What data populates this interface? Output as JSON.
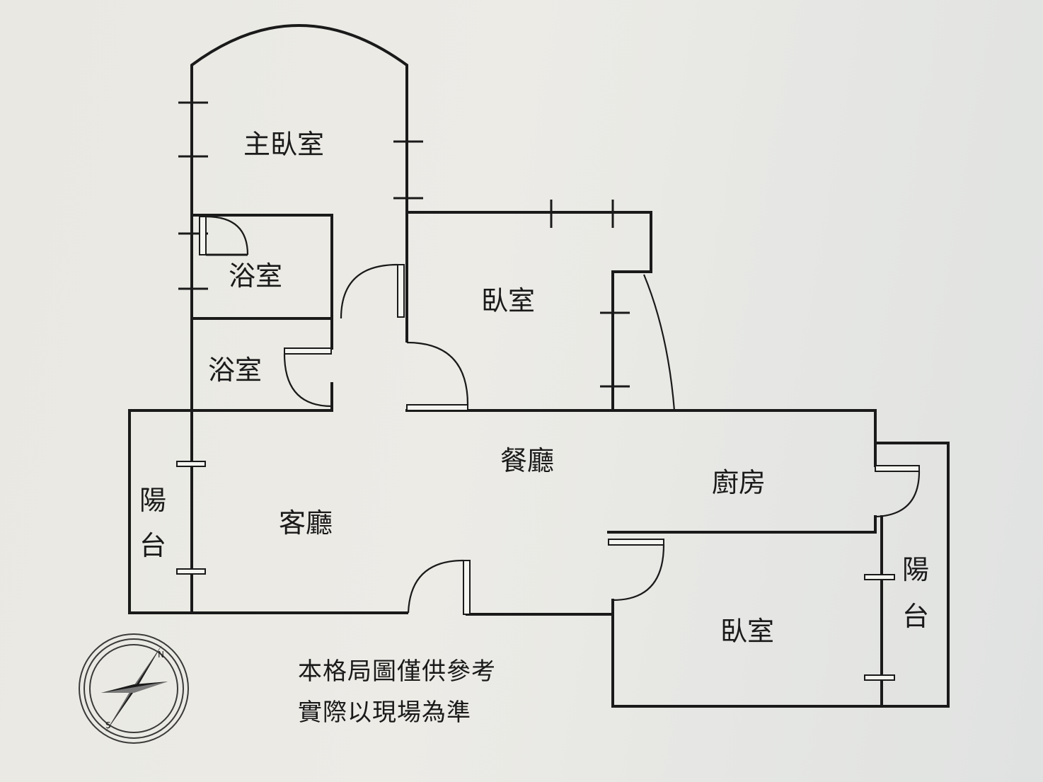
{
  "rooms": {
    "master_bedroom": "主臥室",
    "bathroom_1": "浴室",
    "bathroom_2": "浴室",
    "bedroom_1": "臥室",
    "dining_room": "餐廳",
    "kitchen": "廚房",
    "living_room": "客廳",
    "balcony_left_1": "陽",
    "balcony_left_2": "台",
    "bedroom_2": "臥室",
    "balcony_right_1": "陽",
    "balcony_right_2": "台"
  },
  "disclaimer": {
    "line1": "本格局圖僅供參考",
    "line2": "實際以現場為準"
  },
  "compass": {
    "north": "N",
    "south": "S"
  },
  "colors": {
    "wall": "#1a1a1a",
    "background": "#ebeae5"
  }
}
